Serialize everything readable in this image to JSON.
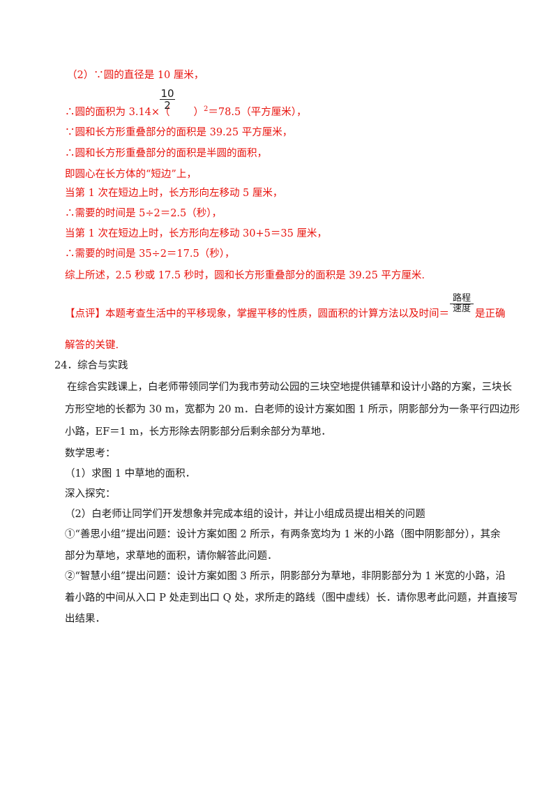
{
  "solution": {
    "l1": "（2）∵圆的直径是 10 厘米，",
    "l2_prefix": "∴圆的面积为 3.14×（",
    "l2_frac_num": "10",
    "l2_frac_den": "2",
    "l2_mid": "）",
    "l2_sup": "2",
    "l2_suffix": "＝78.5（平方厘米），",
    "l3": "∵圆和长方形重叠部分的面积是 39.25 平方厘米，",
    "l4": "∴圆和长方形重叠部分的面积是半圆的面积，",
    "l5": "即圆心在长方体的“短边”上，",
    "l6": "当第 1 次在短边上时，长方形向左移动 5 厘米，",
    "l7": "∴需要的时间是 5÷2＝2.5（秒），",
    "l8": "当第 1 次在短边上时，长方形向左移动 30+5＝35 厘米，",
    "l9": "∴需要的时间是 35÷2＝17.5（秒），",
    "l10": "综上所述，2.5 秒或 17.5 秒时，圆和长方形重叠部分的面积是 39.25 平方厘米."
  },
  "comment": {
    "prefix": "【点评】本题考查生活中的平移现象，掌握平移的性质，圆面积的计算方法以及时间＝",
    "frac_num": "路程",
    "frac_den": "速度",
    "suffix": "是正确",
    "line2": "解答的关键."
  },
  "q24": {
    "title": "24．综合与实践",
    "p1": "在综合实践课上，白老师带领同学们为我市劳动公园的三块空地提供铺草和设计小路的方案，三块长",
    "p2": "方形空地的长都为 30 m，宽都为 20 m．白老师的设计方案如图 1 所示，阴影部分为一条平行四边形",
    "p3": "小路，EF＝1 m，长方形除去阴影部分后剩余部分为草地．",
    "p4": "数学思考：",
    "p5": "（1）求图 1 中草地的面积．",
    "p6": "深入探究：",
    "p7": "（2）白老师让同学们开发想象并完成本组的设计，并让小组成员提出相关的问题",
    "p8": "①“善思小组”提出问题：设计方案如图 2 所示，有两条宽均为 1 米的小路（图中阴影部分），其余",
    "p9": "部分为草地，求草地的面积，请你解答此问题．",
    "p10": "②“智慧小组”提出问题：设计方案如图 3 所示，阴影部分为草地，非阴影部分为 1 米宽的小路，沿",
    "p11": "着小路的中间从入口 P 处走到出口 Q 处，求所走的路线（图中虚线）长．请你思考此问题，并直接写",
    "p12": "出结果．"
  }
}
